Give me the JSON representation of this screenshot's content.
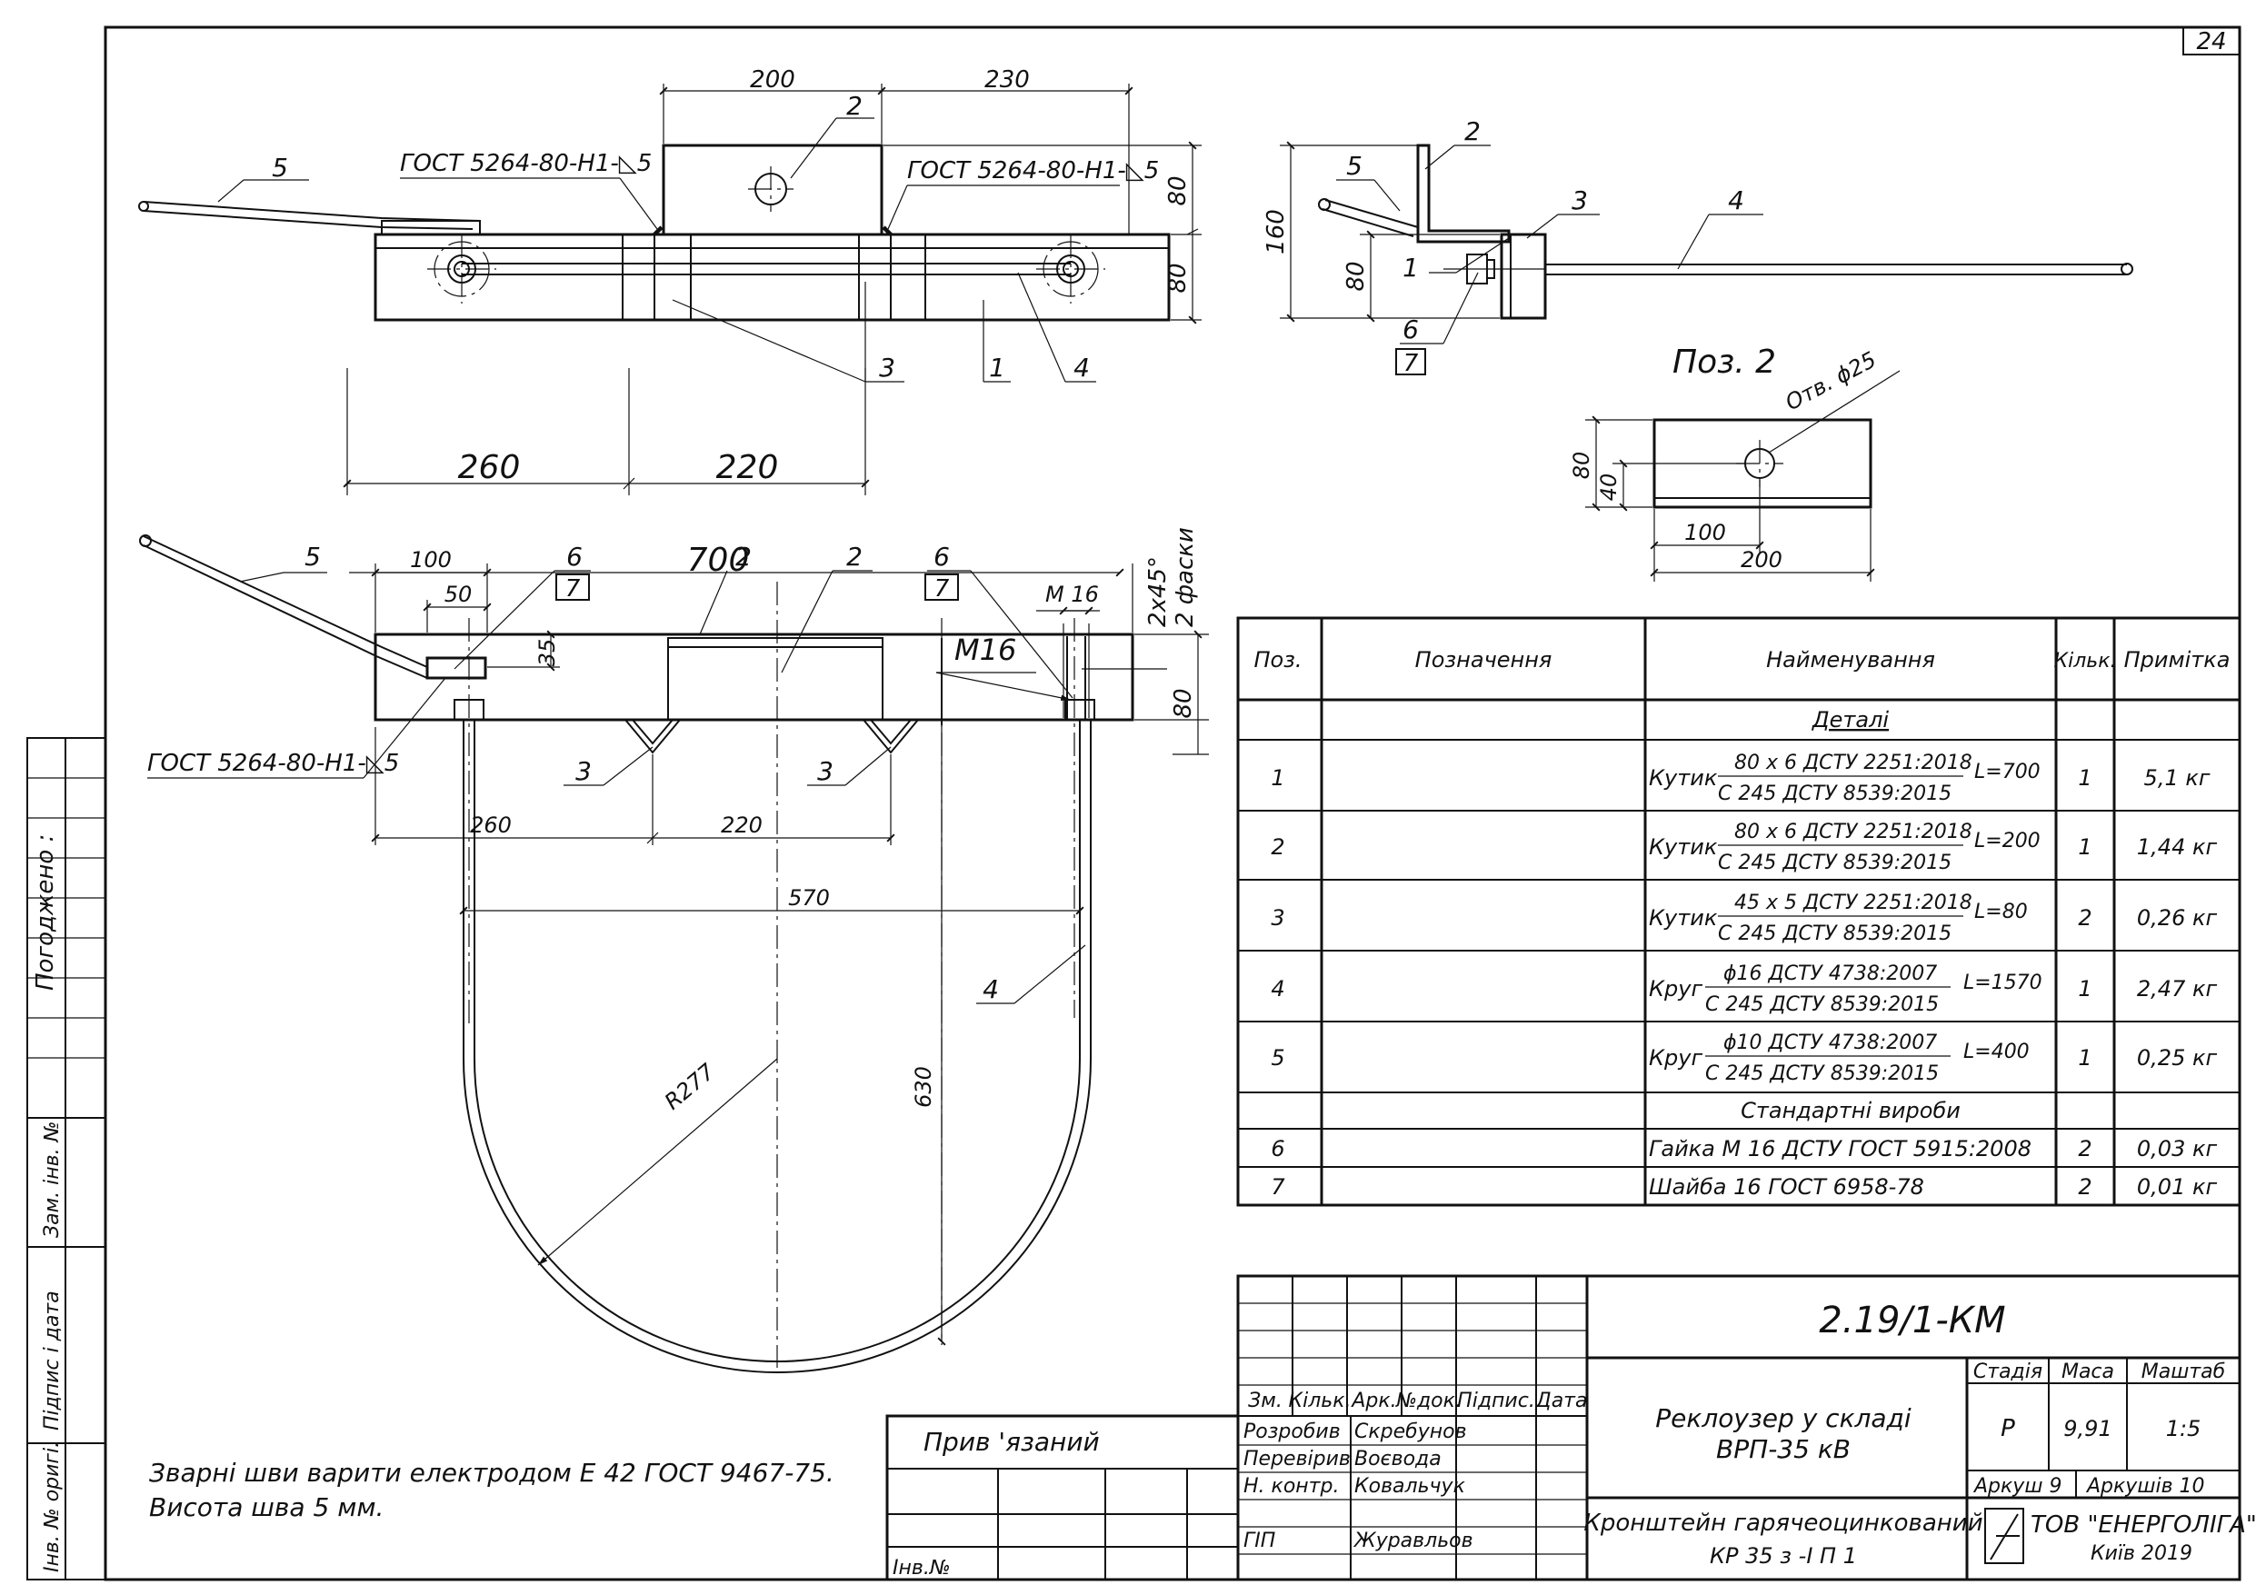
{
  "sheet": {
    "number": "24"
  },
  "front_view": {
    "dims": {
      "d200": "200",
      "d230": "230",
      "d80a": "80",
      "d80b": "80",
      "d260": "260",
      "d220": "220"
    },
    "labels": {
      "p5": "5",
      "p2": "2",
      "p3": "3",
      "p1": "1",
      "p4": "4"
    },
    "weld_left": "ГОСТ 5264-80-Н1-◺5",
    "weld_right": "ГОСТ 5264-80-Н1-◺5"
  },
  "side_view": {
    "dims": {
      "d160": "160",
      "d80": "80"
    },
    "labels": {
      "p5": "5",
      "p2": "2",
      "p3": "3",
      "p4": "4",
      "p1": "1",
      "p6": "6",
      "p7": "7"
    }
  },
  "pos2": {
    "title": "Поз. 2",
    "hole": "Отв. ϕ25",
    "dims": {
      "h80": "80",
      "h40": "40",
      "w100": "100",
      "w200": "200"
    }
  },
  "plan_view": {
    "dims": {
      "d100": "100",
      "d50": "50",
      "d700": "700",
      "d35": "35",
      "m16a": "М 16",
      "m16b": "М16",
      "chamfer1": "2x45°",
      "chamfer2": "2 фаски",
      "d80": "80",
      "d260": "260",
      "d220": "220",
      "d570": "570",
      "d630": "630",
      "r277": "R277"
    },
    "labels": {
      "p5": "5",
      "p6a": "6",
      "p7a": "7",
      "p2a": "2",
      "p2b": "2",
      "p6b": "6",
      "p7b": "7",
      "p3a": "3",
      "p3b": "3",
      "p4": "4"
    },
    "weld": "ГОСТ 5264-80-Н1-◺5"
  },
  "notes": {
    "line1": "Зварні шви варити електродом Е 42  ГОСТ  9467-75.",
    "line2": "Висота шва  5  мм."
  },
  "left_strip": {
    "agreed": "Погоджено :",
    "zam": "Зам. інв. №",
    "signdate": "Підпис і дата",
    "invorig": "Інв. № оригі."
  },
  "spec": {
    "headers": {
      "pos": "Поз.",
      "designation": "Позначення",
      "name": "Найменування",
      "qty": "Кільк.",
      "note": "Примітка"
    },
    "section_details": "Деталі",
    "section_standard": "Стандартні вироби",
    "rows": [
      {
        "pos": "1",
        "kind": "Кутик",
        "top": "80 x 6  ДСТУ  2251:2018",
        "bottom": "С 245  ДСТУ  8539:2015",
        "len": "L=700",
        "qty": "1",
        "note": "5,1  кг"
      },
      {
        "pos": "2",
        "kind": "Кутик",
        "top": "80 x 6  ДСТУ  2251:2018",
        "bottom": "С 245  ДСТУ  8539:2015",
        "len": "L=200",
        "qty": "1",
        "note": "1,44  кг"
      },
      {
        "pos": "3",
        "kind": "Кутик",
        "top": "45 x 5  ДСТУ  2251:2018",
        "bottom": "С 245  ДСТУ  8539:2015",
        "len": "L=80",
        "qty": "2",
        "note": "0,26  кг"
      },
      {
        "pos": "4",
        "kind": "Круг",
        "top": "ϕ16  ДСТУ  4738:2007",
        "bottom": "С 245  ДСТУ  8539:2015",
        "len": "L=1570",
        "qty": "1",
        "note": "2,47  кг"
      },
      {
        "pos": "5",
        "kind": "Круг",
        "top": "ϕ10  ДСТУ  4738:2007",
        "bottom": "С 245  ДСТУ  8539:2015",
        "len": "L=400",
        "qty": "1",
        "note": "0,25  кг"
      }
    ],
    "std_rows": [
      {
        "pos": "6",
        "name": "Гайка  М 16  ДСТУ ГОСТ 5915:2008",
        "qty": "2",
        "note": "0,03  кг"
      },
      {
        "pos": "7",
        "name": "Шайба  16   ГОСТ  6958-78",
        "qty": "2",
        "note": "0,01  кг"
      }
    ]
  },
  "title_block": {
    "code": "2.19/1-КМ",
    "project_line1": "Реклоузер  у  складі",
    "project_line2": "ВРП-35  кВ",
    "drawing_line1": "Кронштейн  гарячеоцинкований",
    "drawing_line2": "КР 35 з -І П 1",
    "stage_label": "Стадія",
    "mass_label": "Маса",
    "scale_label": "Маштаб",
    "stage": "Р",
    "mass": "9,91",
    "scale": "1:5",
    "sheet_label": "Аркуш  9",
    "sheets_label": "Аркушів  10",
    "company": "ТОВ  \"ЕНЕРГОЛІГА\"",
    "city": "Київ  2019",
    "col_headers": {
      "zm": "Зм.",
      "kilk": "Кільк.",
      "ark": "Арк.",
      "ndok": "№док.",
      "pidp": "Підпис.",
      "data": "Дата"
    },
    "roles": [
      {
        "role": "Розробив",
        "name": "Скребунов"
      },
      {
        "role": "Перевірив",
        "name": "Воєвода"
      },
      {
        "role": "Н. контр.",
        "name": "Ковальчук"
      },
      {
        "role": "ГІП",
        "name": "Журавльов"
      }
    ],
    "linked": "Прив 'язаний",
    "inv": "Інв.№"
  }
}
